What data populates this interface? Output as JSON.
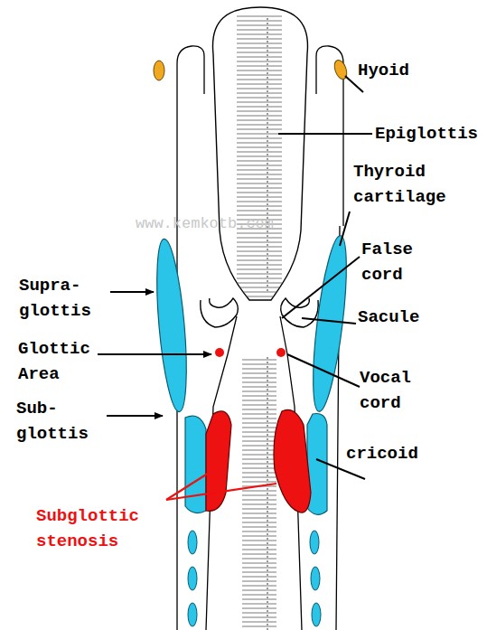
{
  "diagram": {
    "labels": [
      "Hyoid",
      "Epiglottis",
      "www.kemkotb.com",
      "Thyroid cartilage",
      "False cord",
      "Supra- glottis",
      "Sacule",
      "Glottic Area",
      "Vocal cord",
      "Sub- glottis",
      "cricoid",
      "Subglottic stenosis"
    ]
  }
}
